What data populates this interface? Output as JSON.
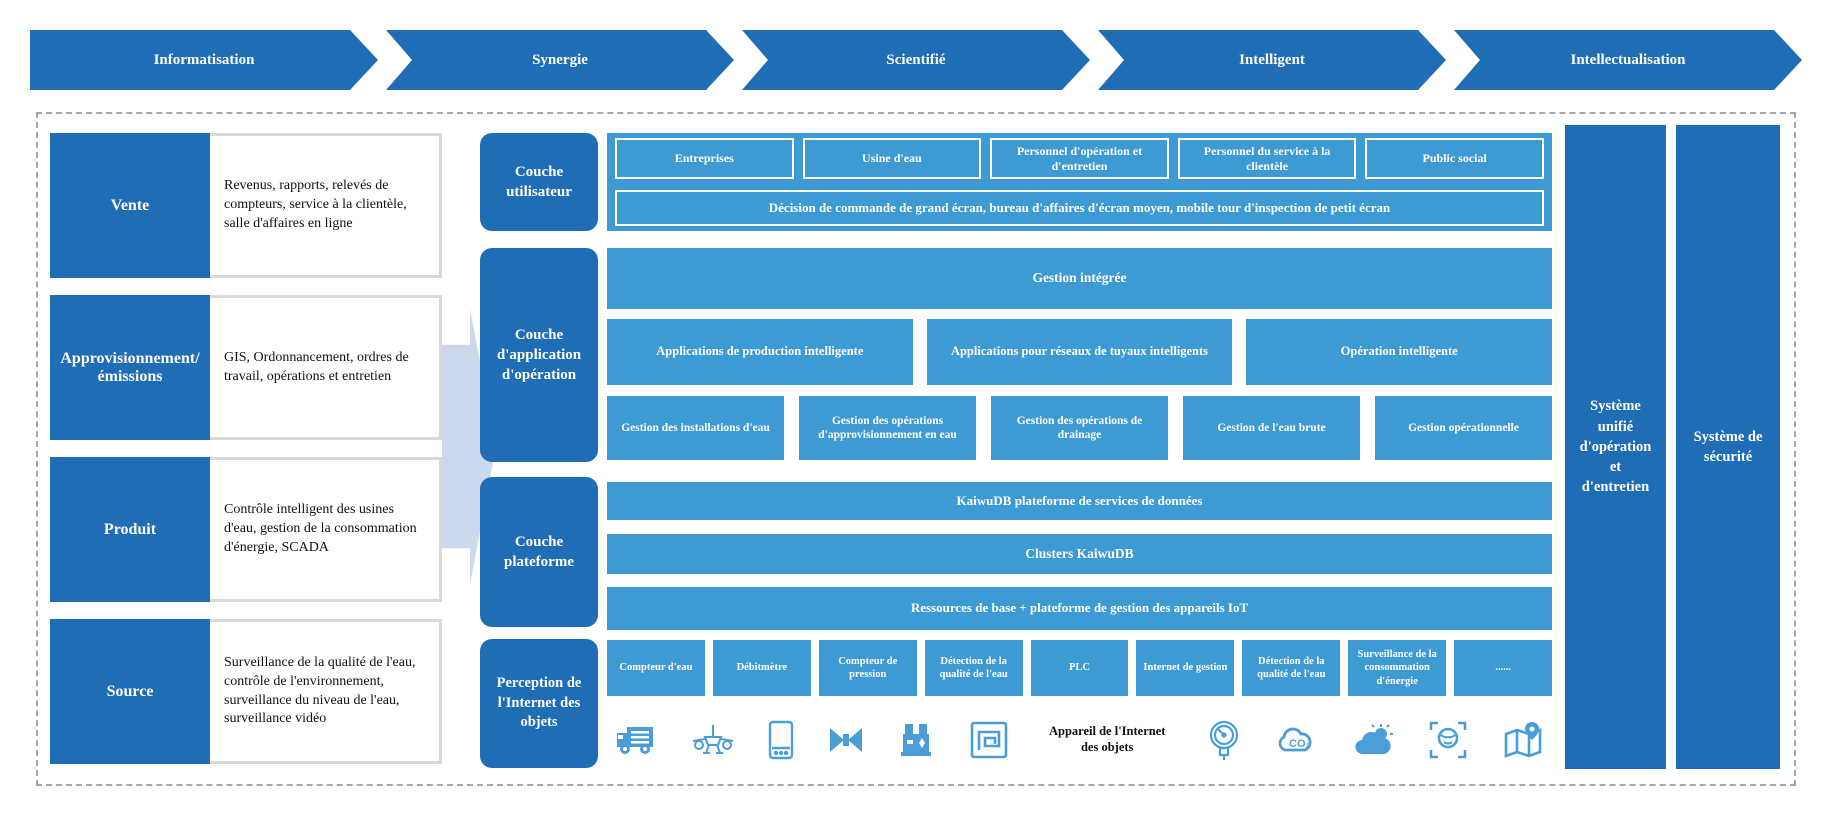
{
  "banner": {
    "stages": [
      "Informatisation",
      "Synergie",
      "Scientifié",
      "Intelligent",
      "Intellectualisation"
    ]
  },
  "left_panel": {
    "rows": [
      {
        "label": "Vente",
        "description": "Revenus, rapports, relevés de compteurs, service à la clientèle, salle d'affaires en ligne"
      },
      {
        "label": "Approvisionnement/ émissions",
        "description": "GIS, Ordonnancement, ordres de travail, opérations et entretien"
      },
      {
        "label": "Produit",
        "description": "Contrôle intelligent des usines d'eau, gestion de la consommation d'énergie, SCADA"
      },
      {
        "label": "Source",
        "description": "Surveillance de la qualité de l'eau, contrôle de l'environnement, surveillance du niveau de l'eau, surveillance vidéo"
      }
    ]
  },
  "layers": {
    "user": {
      "label": "Couche utilisateur",
      "boxes": [
        "Entreprises",
        "Usine d'eau",
        "Personnel d'opération et d'entretien",
        "Personnel du service à la clientèle",
        "Public social"
      ],
      "banner": "Décision de commande de grand écran, bureau d'affaires d'écran moyen, mobile tour d'inspection de petit écran"
    },
    "application": {
      "label": "Couche d'application d'opération",
      "integrated": "Gestion intégrée",
      "apps": [
        "Applications de production intelligente",
        "Applications pour réseaux de tuyaux intelligents",
        "Opération intelligente"
      ],
      "management": [
        "Gestion des installations d'eau",
        "Gestion des opérations d'approvisionnement en eau",
        "Gestion des opérations de drainage",
        "Gestion de l'eau brute",
        "Gestion opérationnelle"
      ]
    },
    "platform": {
      "label": "Couche plateforme",
      "bars": [
        "KaiwuDB plateforme de services de données",
        "Clusters KaiwuDB",
        "Ressources de base + plateforme de gestion des appareils IoT"
      ]
    },
    "perception": {
      "label": "Perception de l'Internet des objets",
      "devices": [
        "Compteur d'eau",
        "Débitmètre",
        "Compteur de pression",
        "Détection de la qualité de l'eau",
        "PLC",
        "Internet de gestion",
        "Détection de la qualité de l'eau",
        "Surveillance de la consommation d'énergie",
        "......"
      ],
      "iot_caption": "Appareil de l'Internet des objets",
      "icons": [
        "truck",
        "drone",
        "mobile-phone",
        "valve",
        "pump-station",
        "rfid-tag",
        "pressure-gauge",
        "co2-sensor",
        "weather-station",
        "face-recognition",
        "gps-map"
      ]
    }
  },
  "right_panel": {
    "bars": [
      {
        "label": "Système unifié d'opération et d'entretien"
      },
      {
        "label": "Système de sécurité"
      }
    ]
  },
  "colors": {
    "primary_blue": "#1f6eb5",
    "light_blue": "#3d9ad3",
    "icon_blue": "#4a9ed8",
    "flow_arrow": "#ccd9ec",
    "dashed_border": "#a6a6a6"
  }
}
